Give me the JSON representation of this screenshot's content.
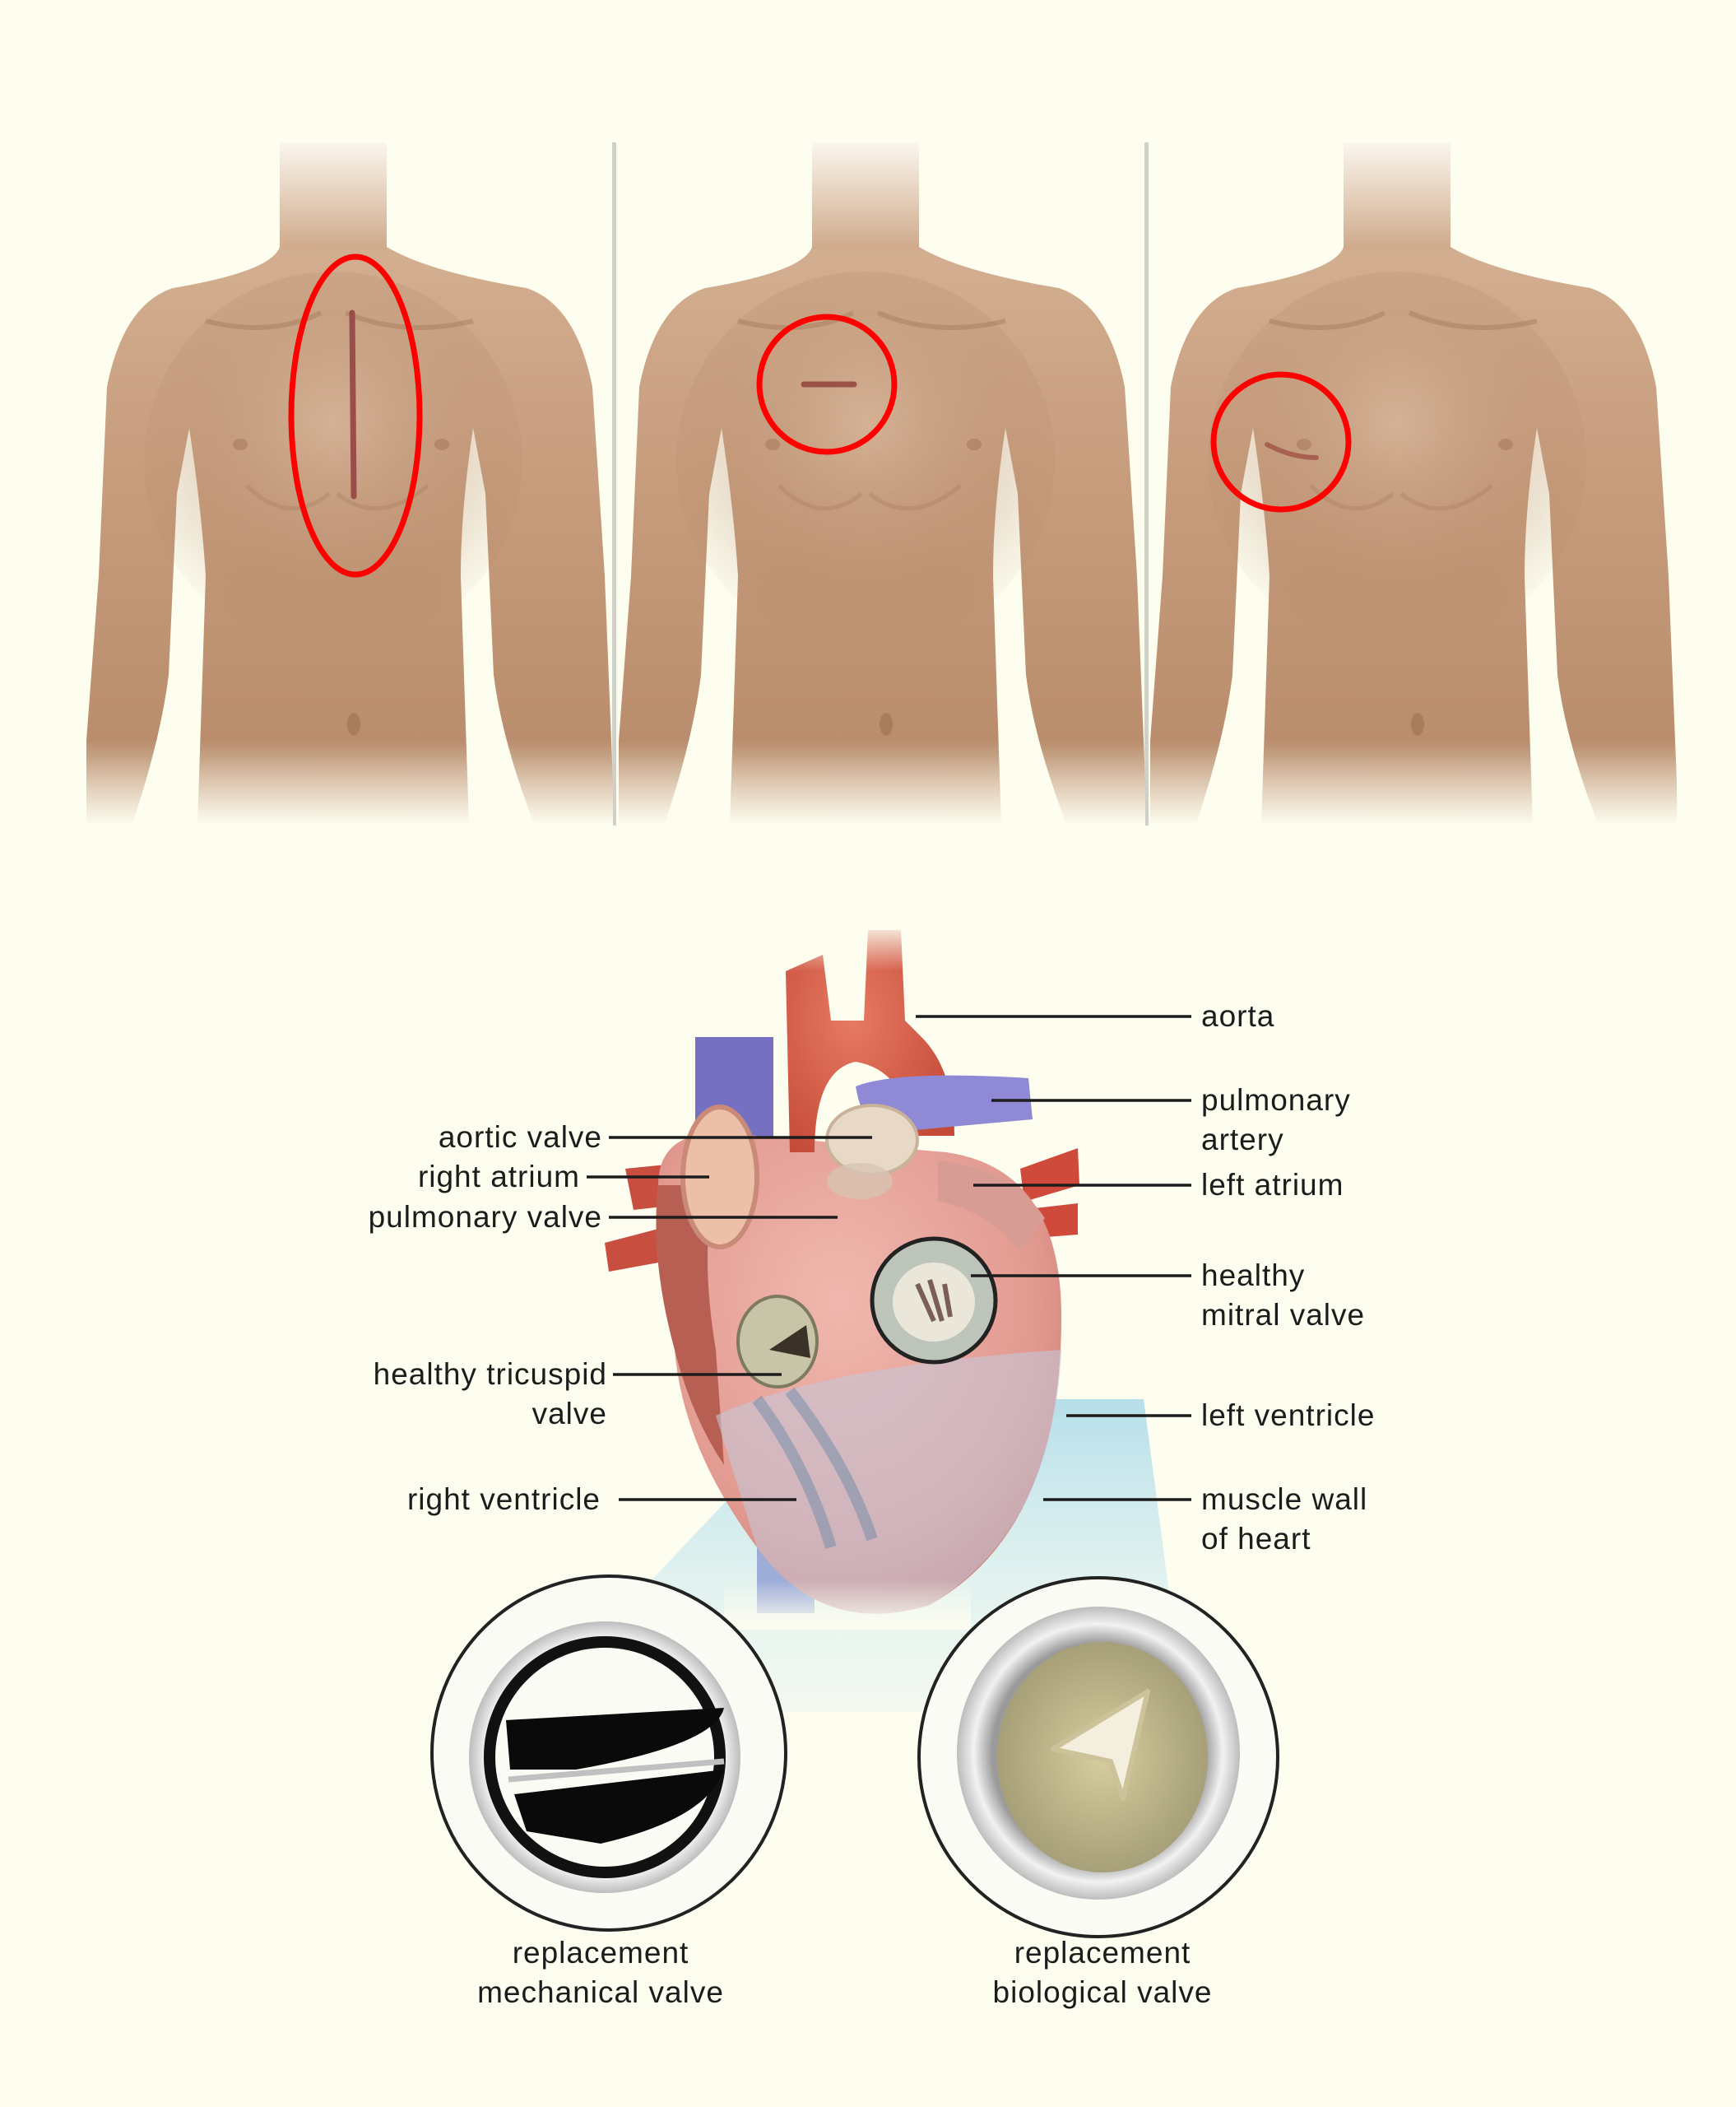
{
  "figure": {
    "colors": {
      "background": "#fdfdf0",
      "skin": "#c9a07f",
      "highlight_ring": "#ff0000",
      "label_text": "#1c1c1c",
      "aorta": "#d9604a",
      "pulmonary_artery": "#8f89d6",
      "heart_tissue": "#e8a49a",
      "cone": "#bfe3ec"
    },
    "incision_panels": [
      {
        "name": "full-sternotomy",
        "marker": "ellipse",
        "icon": "torso-icon"
      },
      {
        "name": "upper-mini-sternotomy",
        "marker": "circle",
        "icon": "torso-icon"
      },
      {
        "name": "right-mini-thoracotomy",
        "marker": "circle",
        "icon": "torso-icon"
      }
    ],
    "heart_labels_left": [
      {
        "line1": "aortic valve"
      },
      {
        "line1": "right atrium"
      },
      {
        "line1": "pulmonary valve"
      },
      {
        "line1": "healthy tricuspid",
        "line2": "valve"
      },
      {
        "line1": "right ventricle"
      }
    ],
    "heart_labels_right": [
      {
        "line1": "aorta"
      },
      {
        "line1": "pulmonary",
        "line2": "artery"
      },
      {
        "line1": "left atrium"
      },
      {
        "line1": "healthy",
        "line2": "mitral valve"
      },
      {
        "line1": "left ventricle"
      },
      {
        "line1": "muscle wall",
        "line2": "of heart"
      }
    ],
    "replacement_valves": [
      {
        "line1": "replacement",
        "line2": "mechanical valve",
        "icon": "mechanical-valve-icon"
      },
      {
        "line1": "replacement",
        "line2": "biological valve",
        "icon": "biological-valve-icon"
      }
    ]
  }
}
